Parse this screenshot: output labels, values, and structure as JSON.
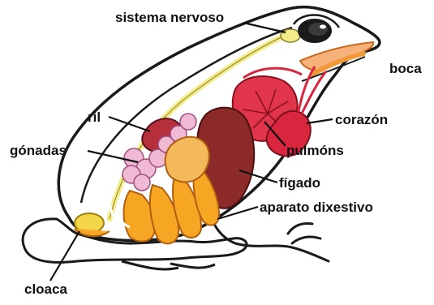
{
  "labels": {
    "nervous_system": "sistema nervoso",
    "mouth": "boca",
    "kidney": "ril",
    "heart": "corazón",
    "gonads": "gónadas",
    "lungs": "pulmóns",
    "liver": "fígado",
    "digestive": "aparato dixestivo",
    "cloaca": "cloaca"
  },
  "colors": {
    "outline": "#1a1a1a",
    "skin": "#ffffff",
    "nerve": "#f3ec88",
    "lung": "#e0354a",
    "heart": "#d7263d",
    "liver": "#8c2a2a",
    "kidney": "#b5303a",
    "gonad": "#f0b9d4",
    "intestine": "#f6a623",
    "stomach": "#f4b95a",
    "cloaca": "#f3d54a",
    "mouth": "#f6b27a"
  }
}
